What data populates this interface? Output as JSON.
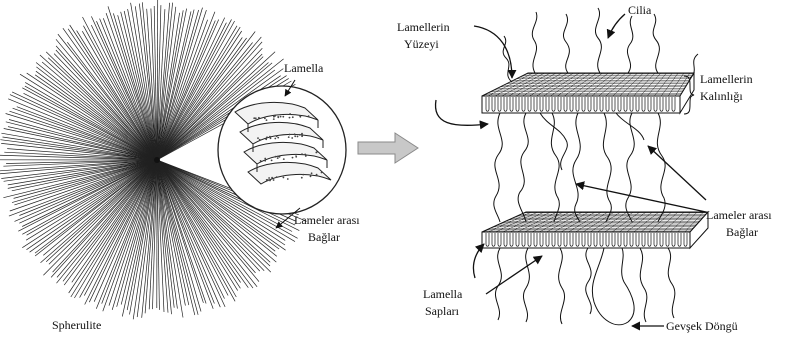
{
  "figure": {
    "left_labels": {
      "spherulite": "Spherulite",
      "lamella": "Lamella",
      "tie_molecules_line1": "Lameler arası",
      "tie_molecules_line2": "Bağlar"
    },
    "right_labels": {
      "lamella_surface_line1": "Lamellerin",
      "lamella_surface_line2": "Yüzeyi",
      "cilia": "Cilia",
      "lamella_thickness_line1": "Lamellerin",
      "lamella_thickness_line2": "Kalınlığı",
      "tie_molecules_line1": "Lameler arası",
      "tie_molecules_line2": "Bağlar",
      "lamella_stems_line1": "Lamella",
      "lamella_stems_line2": "Sapları",
      "loose_loop": "Gevşek Döngü"
    }
  },
  "colors": {
    "ink": "#111111",
    "arrow_fill": "#c8c8c8",
    "arrow_stroke": "#8a8a8a"
  }
}
